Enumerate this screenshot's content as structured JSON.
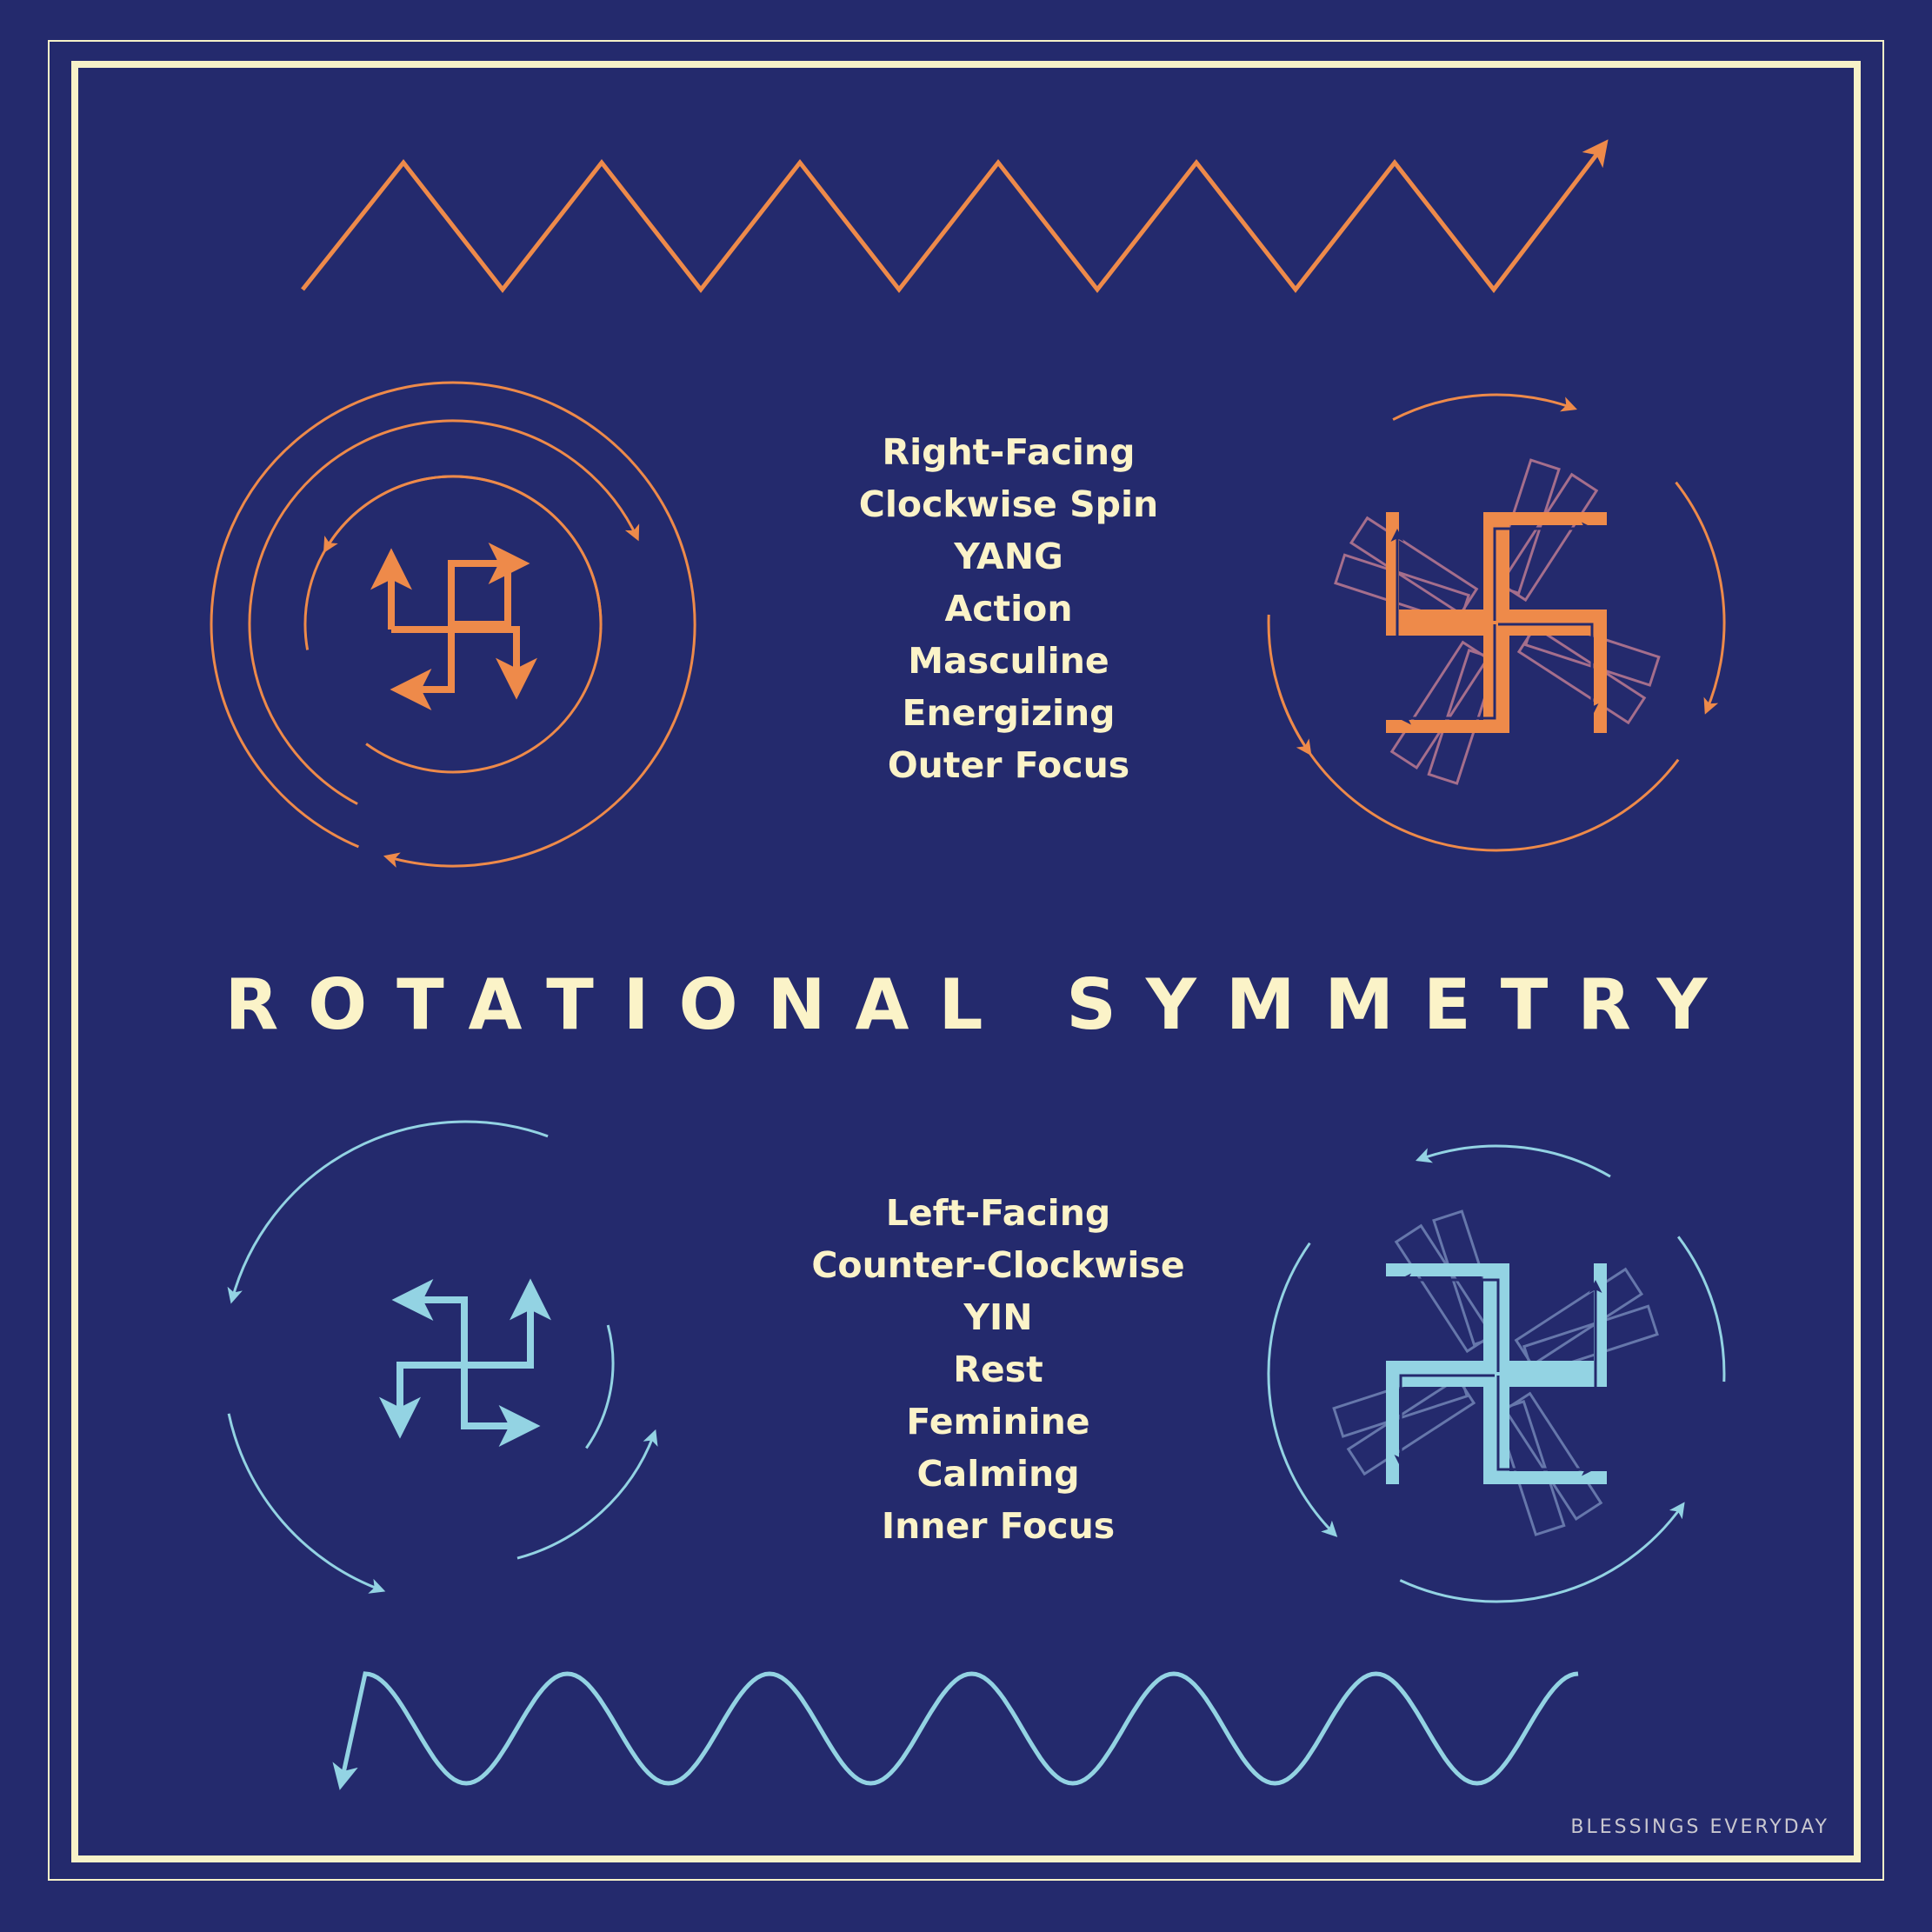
{
  "colors": {
    "background": "#242a6d",
    "frame": "#f7f2c8",
    "text": "#fbf3c8",
    "yang": "#ee8a4a",
    "yin": "#93d3e3",
    "yang_ghost": "#a56e8c",
    "yin_ghost": "#6677ab",
    "brand": "#c9c7cf"
  },
  "title": "ROTATIONAL SYMMETRY",
  "yang": {
    "lines": [
      "Right-Facing",
      "Clockwise Spin",
      "YANG",
      "Action",
      "Masculine",
      "Energizing",
      "Outer Focus"
    ]
  },
  "yin": {
    "lines": [
      "Left-Facing",
      "Counter-Clockwise",
      "YIN",
      "Rest",
      "Feminine",
      "Calming",
      "Inner Focus"
    ]
  },
  "brand": "BLESSINGS EVERYDAY"
}
